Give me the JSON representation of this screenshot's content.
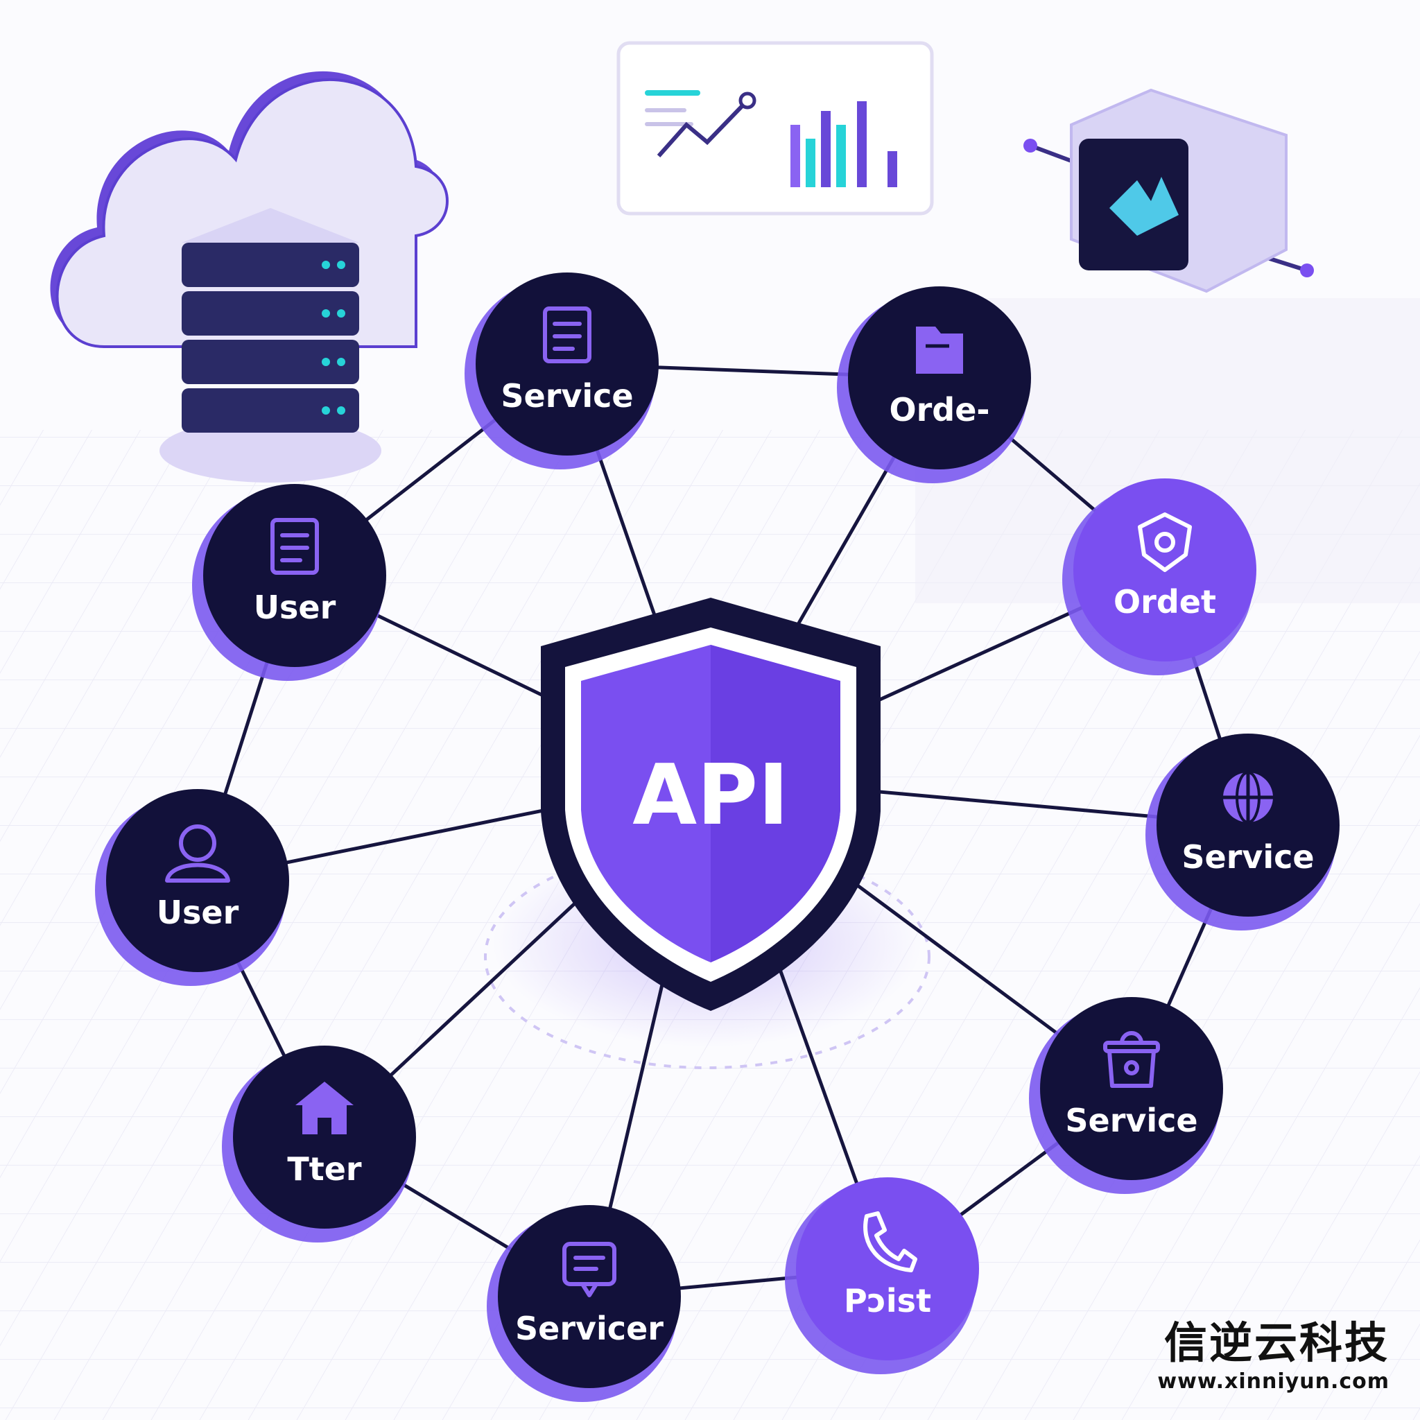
{
  "hub": {
    "label": "API",
    "icon": "shield-icon"
  },
  "nodes": [
    {
      "label": "Service",
      "icon": "document-icon",
      "style": "dark"
    },
    {
      "label": "Orde-",
      "icon": "folder-icon",
      "style": "dark"
    },
    {
      "label": "Ordet",
      "icon": "shield-badge-icon",
      "style": "violet"
    },
    {
      "label": "Service",
      "icon": "globe-icon",
      "style": "dark"
    },
    {
      "label": "Service",
      "icon": "lock-bag-icon",
      "style": "dark"
    },
    {
      "label": "Pɔist",
      "icon": "phone-icon",
      "style": "violet"
    },
    {
      "label": "Servicer",
      "icon": "message-icon",
      "style": "dark"
    },
    {
      "label": "Tter",
      "icon": "home-icon",
      "style": "dark"
    },
    {
      "label": "User",
      "icon": "user-icon",
      "style": "dark"
    },
    {
      "label": "User",
      "icon": "file-icon",
      "style": "dark"
    }
  ],
  "decor": {
    "cloud_server": "cloud-server-icon",
    "dashboard": "analytics-dashboard-icon",
    "device": "device-box-icon"
  },
  "watermark": {
    "title": "信逆云科技",
    "url": "www.xinniyun.com"
  },
  "colors": {
    "node_dark": "#12113a",
    "node_violet": "#7a4ff0",
    "accent": "#8a63f2",
    "shadow": "#7b5af0",
    "line": "#16153f",
    "teal": "#27d3d8"
  }
}
